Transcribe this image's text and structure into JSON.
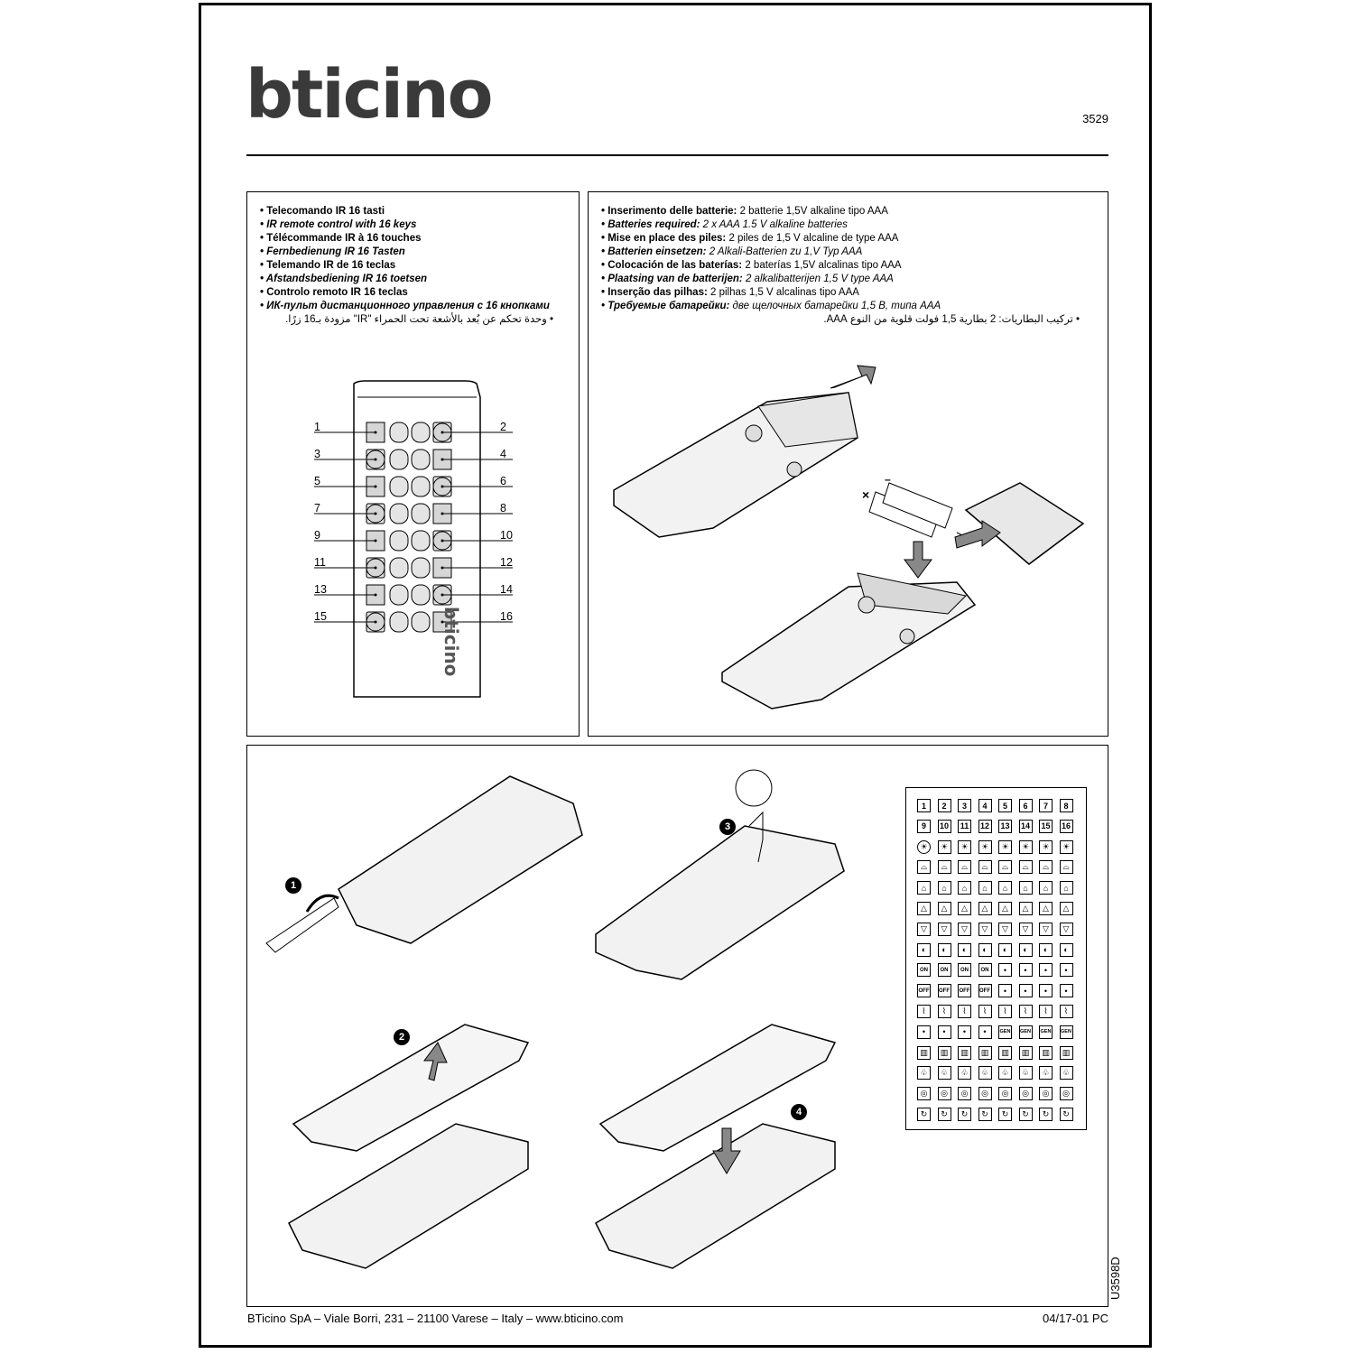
{
  "brand": {
    "logo": "bticino"
  },
  "header": {
    "model": "3529"
  },
  "left_panel": {
    "title_lines": [
      "• Telecomando IR 16 tasti",
      "• IR remote control with 16 keys",
      "• Télécommande IR à 16 touches",
      "• Fernbedienung IR 16 Tasten",
      "• Telemando IR de 16 teclas",
      "• Afstandsbediening IR 16 toetsen",
      "• Controlo remoto IR 16 teclas",
      "• ИК-пульт дистанционного управления с 16 кнопками",
      "• وحدة تحكم عن بُعد بالأشعة تحت الحمراء \"IR\" مزودة بـ16 زرًا."
    ],
    "key_numbers_left": [
      "1",
      "3",
      "5",
      "7",
      "9",
      "11",
      "13",
      "15"
    ],
    "key_numbers_right": [
      "2",
      "4",
      "6",
      "8",
      "10",
      "12",
      "14",
      "16"
    ],
    "remote_brand": "bticino"
  },
  "right_panel": {
    "battery_lines": [
      {
        "bold": "• Inserimento delle batterie:",
        "rest": " 2 batterie 1,5V alkaline tipo AAA",
        "italic": false
      },
      {
        "bold": "• Batteries required:",
        "rest": " 2 x AAA 1.5 V alkaline batteries",
        "italic": true
      },
      {
        "bold": "• Mise en place des piles:",
        "rest": " 2 piles de 1,5 V alcaline de type AAA",
        "italic": false
      },
      {
        "bold": "• Batterien einsetzen:",
        "rest": " 2 Alkali-Batterien zu 1,V Typ AAA",
        "italic": true
      },
      {
        "bold": "• Colocación de las baterías:",
        "rest": " 2 baterías 1,5V alcalinas tipo AAA",
        "italic": false
      },
      {
        "bold": "• Plaatsing van de batterijen:",
        "rest": " 2 alkalibatterijen 1,5 V type AAA",
        "italic": true
      },
      {
        "bold": "• Inserção das pilhas:",
        "rest": " 2 pilhas 1,5 V alcalinas tipo AAA",
        "italic": false
      },
      {
        "bold": "• Требуемые батарейки:",
        "rest": " две щелочных батарейки 1,5 В, типа AAA",
        "italic": true
      },
      {
        "bold": "",
        "rest": "• تركيب البطاريات: 2 بطارية 1,5 فولت قلوية من النوع AAA.",
        "italic": false
      }
    ]
  },
  "bottom_panel": {
    "steps": [
      "1",
      "2",
      "3",
      "4"
    ],
    "sticker_grid": {
      "row1": [
        "1",
        "2",
        "3",
        "4",
        "5",
        "6",
        "7",
        "8"
      ],
      "row2": [
        "9",
        "10",
        "11",
        "12",
        "13",
        "14",
        "15",
        "16"
      ],
      "on_label": "ON",
      "off_label": "OFF",
      "gen_label": "GEN"
    }
  },
  "footer": {
    "company": "BTicino SpA – Viale Borri, 231 – 21100 Varese – Italy – www.bticino.com",
    "date": "04/17-01 PC",
    "doc_id": "U3598D"
  }
}
